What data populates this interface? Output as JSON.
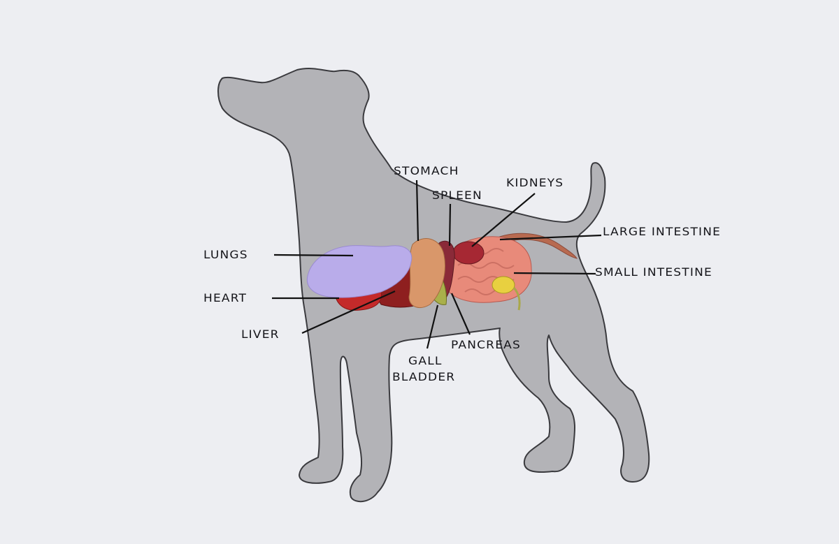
{
  "diagram": {
    "subject": "Dog internal anatomy",
    "colors": {
      "background": "#edeef2",
      "silhouette": "#b3b3b7",
      "outline": "#3a3a3e",
      "leader_line": "#111111",
      "lungs": "#b9acea",
      "heart": "#c42a2a",
      "liver": "#8e1f1f",
      "stomach": "#d9976a",
      "spleen": "#8a2a38",
      "kidneys": "#a62833",
      "intestines": "#e88a7a",
      "large_intestine": "#b86a50",
      "gall_bladder": "#a9b04a",
      "pancreas_bile": "#e8d040"
    },
    "labels": [
      {
        "id": "lungs",
        "text": "LUNGS"
      },
      {
        "id": "heart",
        "text": "HEART"
      },
      {
        "id": "liver",
        "text": "LIVER"
      },
      {
        "id": "stomach",
        "text": "STOMACH"
      },
      {
        "id": "spleen",
        "text": "SPLEEN"
      },
      {
        "id": "kidneys",
        "text": "KIDNEYS"
      },
      {
        "id": "large_intestine",
        "text": "LARGE INTESTINE"
      },
      {
        "id": "small_intestine",
        "text": "SMALL INTESTINE"
      },
      {
        "id": "pancreas",
        "text": "PANCREAS"
      },
      {
        "id": "gall_bladder_1",
        "text": "GALL"
      },
      {
        "id": "gall_bladder_2",
        "text": "BLADDER"
      }
    ]
  }
}
